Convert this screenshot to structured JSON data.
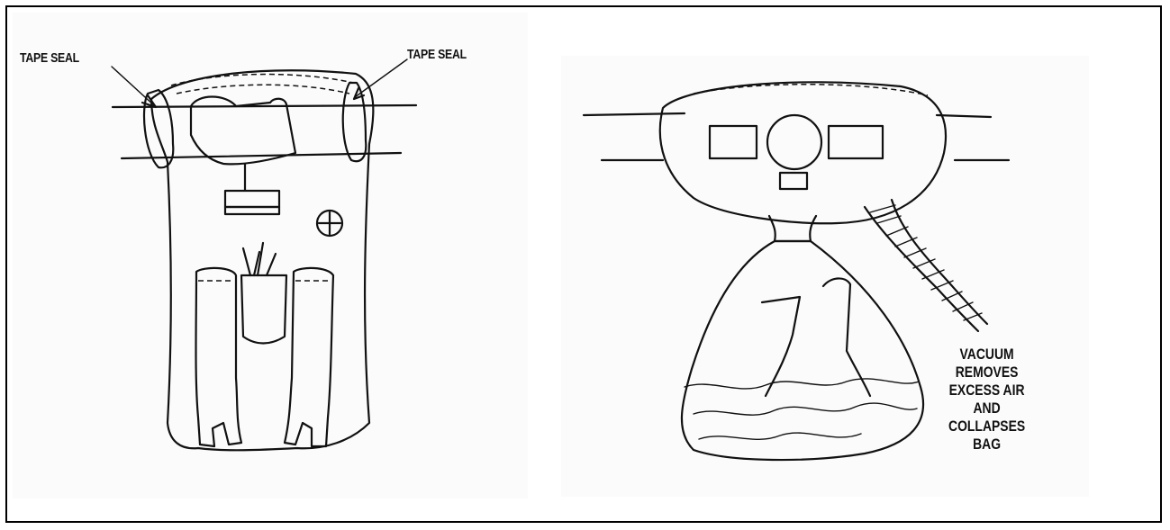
{
  "left_figure": {
    "labels": {
      "tape_seal_left": "TAPE SEAL",
      "tape_seal_right": "TAPE SEAL"
    }
  },
  "right_figure": {
    "note_lines": [
      "VACUUM",
      "REMOVES",
      "EXCESS AIR",
      "AND",
      "COLLAPSES",
      "BAG"
    ]
  }
}
